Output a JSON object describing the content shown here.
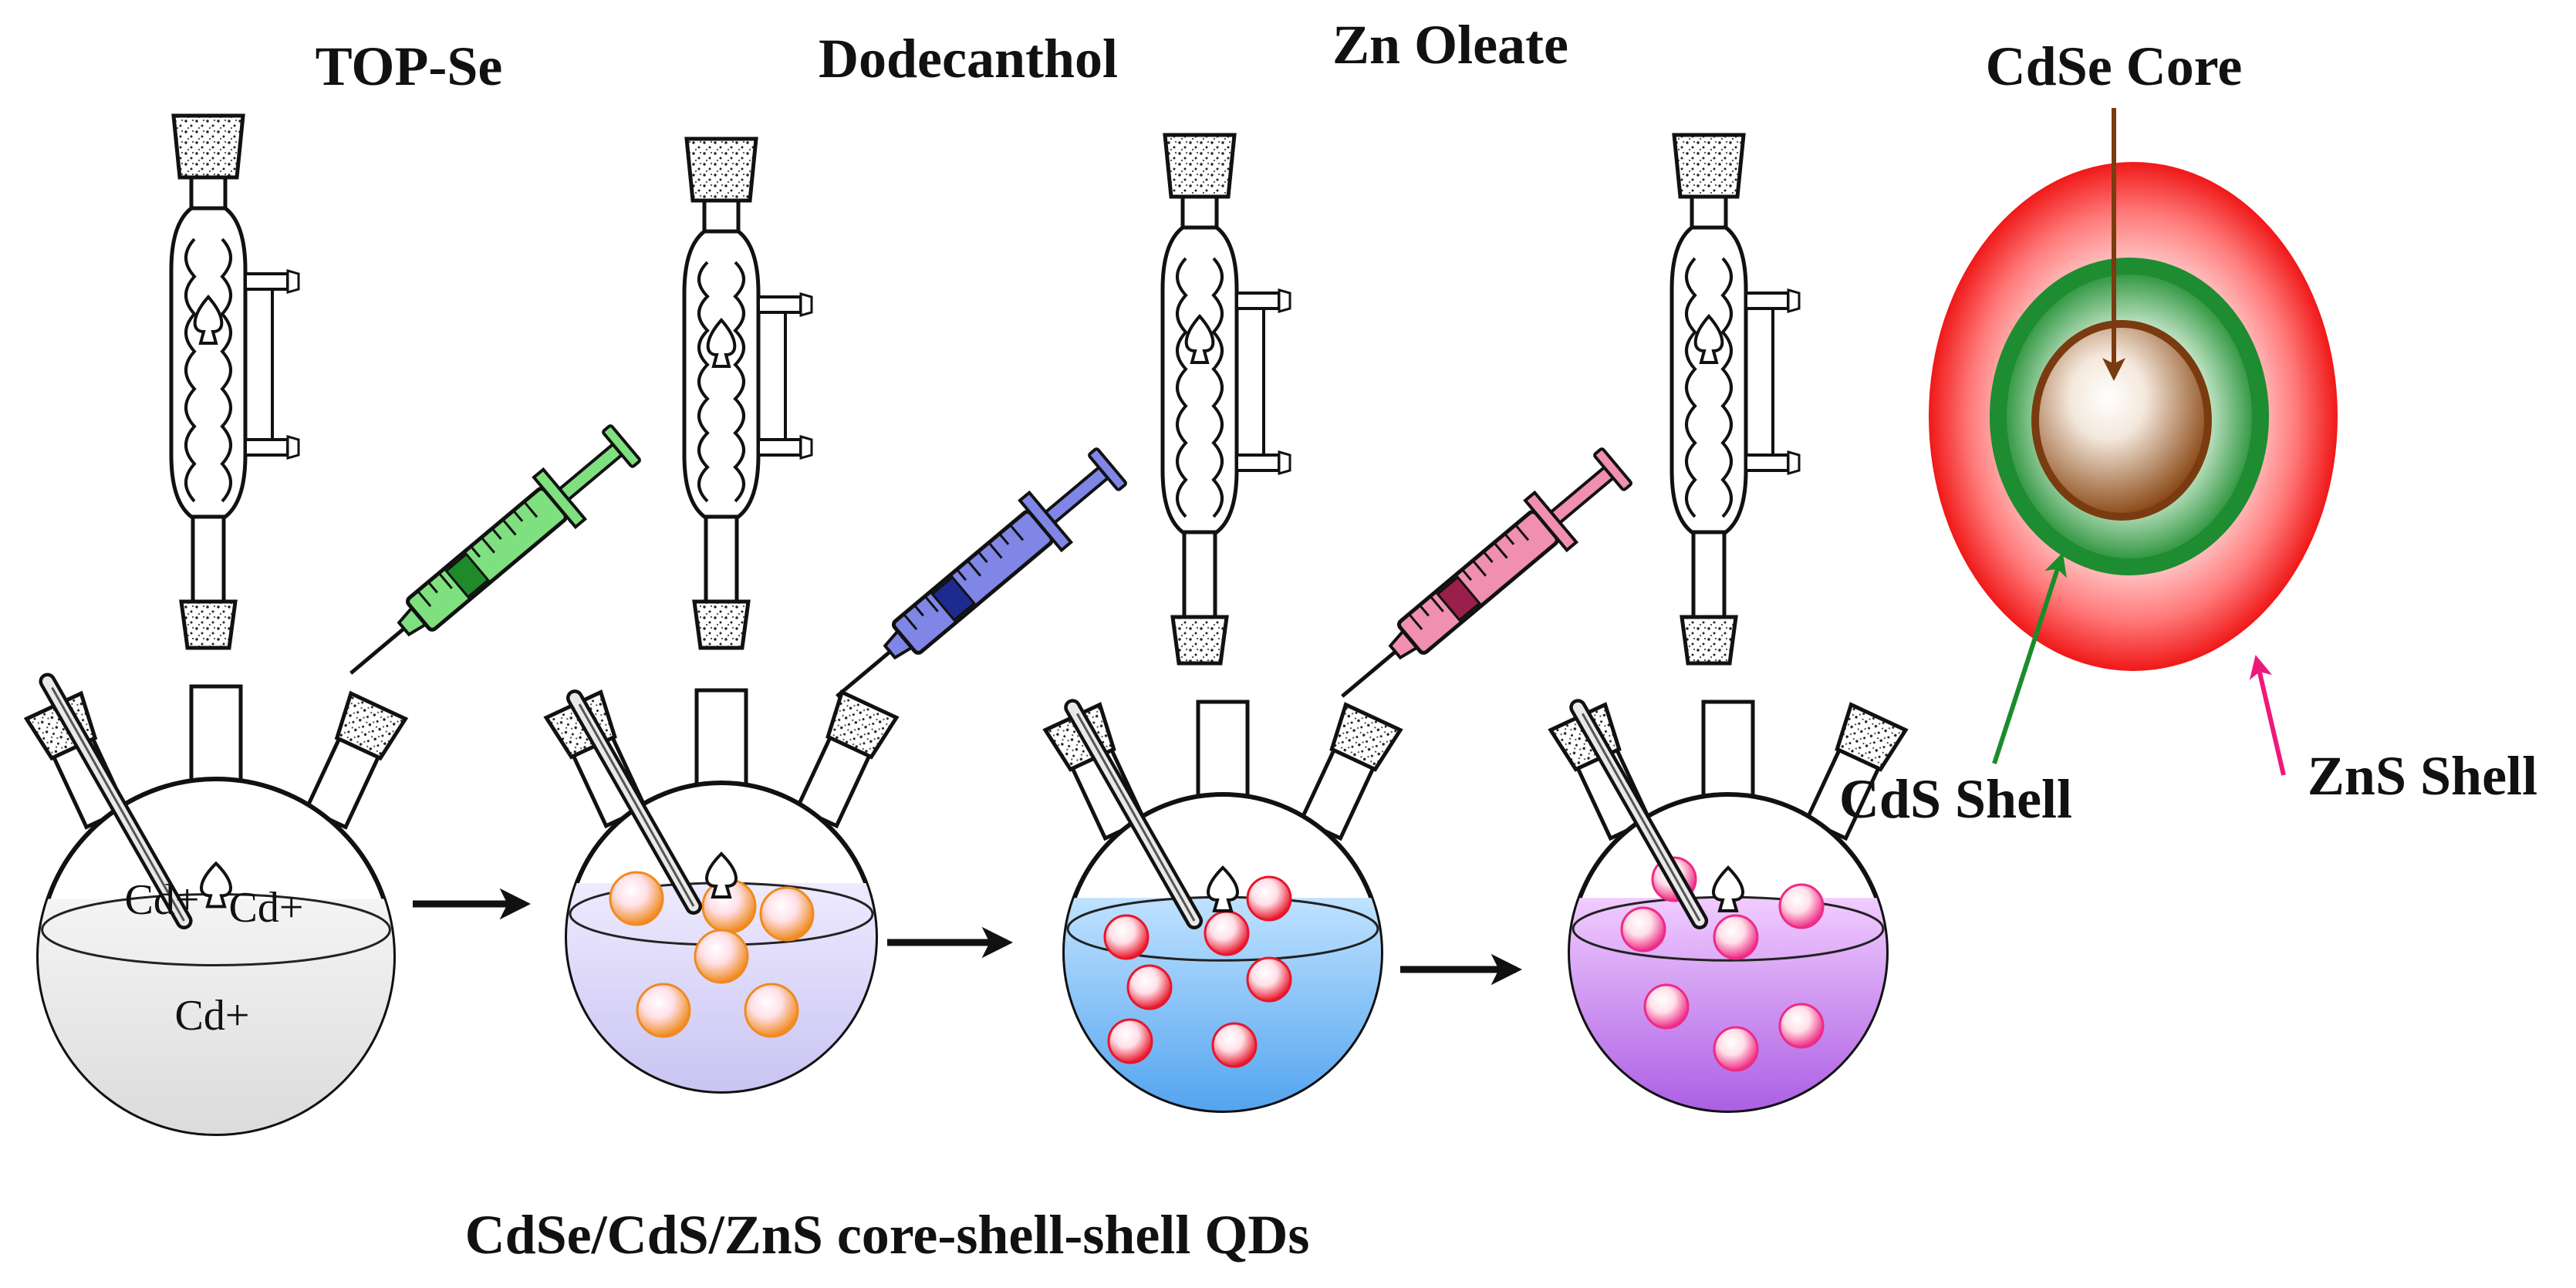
{
  "reagents": [
    {
      "label": "TOP-Se",
      "color": "#7ee07e",
      "dark": "#1f8a2a"
    },
    {
      "label": "Dodecanthol",
      "color": "#7f86e6",
      "dark": "#1d2a8f"
    },
    {
      "label": "Zn Oleate",
      "color": "#f08fb0",
      "dark": "#9a1f4a"
    }
  ],
  "flasks": [
    {
      "fill_top": "#f4f4f4",
      "fill_bottom": "#cfcfcf",
      "particle_color": "",
      "particle_count": 0
    },
    {
      "fill_top": "#eeeaff",
      "fill_bottom": "#b7b2ec",
      "particle_color": "#f08a1e",
      "particle_count": 6
    },
    {
      "fill_top": "#bfe2ff",
      "fill_bottom": "#1e86e8",
      "particle_color": "#e8162a",
      "particle_count": 7
    },
    {
      "fill_top": "#f1ccff",
      "fill_bottom": "#8a2ad6",
      "particle_color": "#ee2b86",
      "particle_count": 7
    }
  ],
  "ions": [
    "Cd+",
    "Cd+",
    "Cd+"
  ],
  "qd": {
    "core_label": "CdSe Core",
    "shell1_label": "CdS Shell",
    "shell2_label": "ZnS Shell",
    "core_color": "#8b4a17",
    "shell1_color": "#1e8c30",
    "shell2_color": "#f01818",
    "core_arrow_color": "#7a3b10",
    "shell1_arrow_color": "#1a8c2a",
    "shell2_arrow_color": "#ee1a7a"
  },
  "caption": "CdSe/CdS/ZnS core-shell-shell QDs"
}
